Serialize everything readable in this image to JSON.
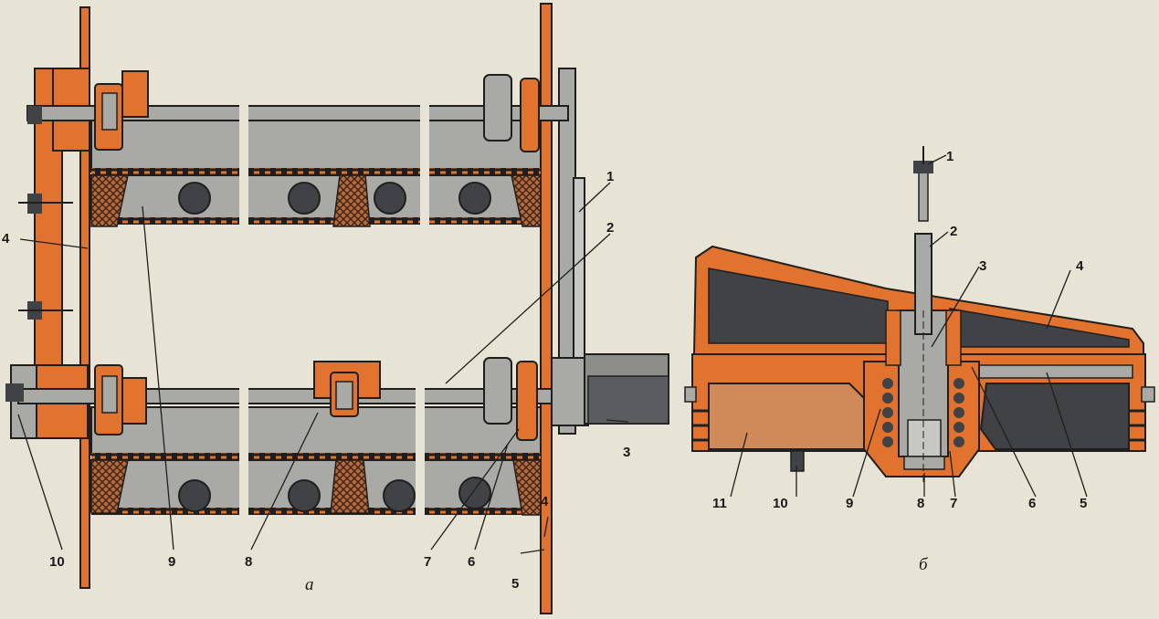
{
  "figure_a": {
    "letter": "а",
    "callouts": [
      "1",
      "2",
      "3",
      "4",
      "4",
      "5",
      "6",
      "7",
      "8",
      "9",
      "10"
    ]
  },
  "figure_b": {
    "letter": "б",
    "callouts": [
      "1",
      "2",
      "3",
      "4",
      "5",
      "6",
      "7",
      "8",
      "9",
      "10",
      "11"
    ]
  },
  "colors": {
    "orange": "#e2732f",
    "gray": "#a9aaa6",
    "dark": "#404246",
    "outline": "#1f1f1f",
    "background": "#e7e4d6"
  }
}
